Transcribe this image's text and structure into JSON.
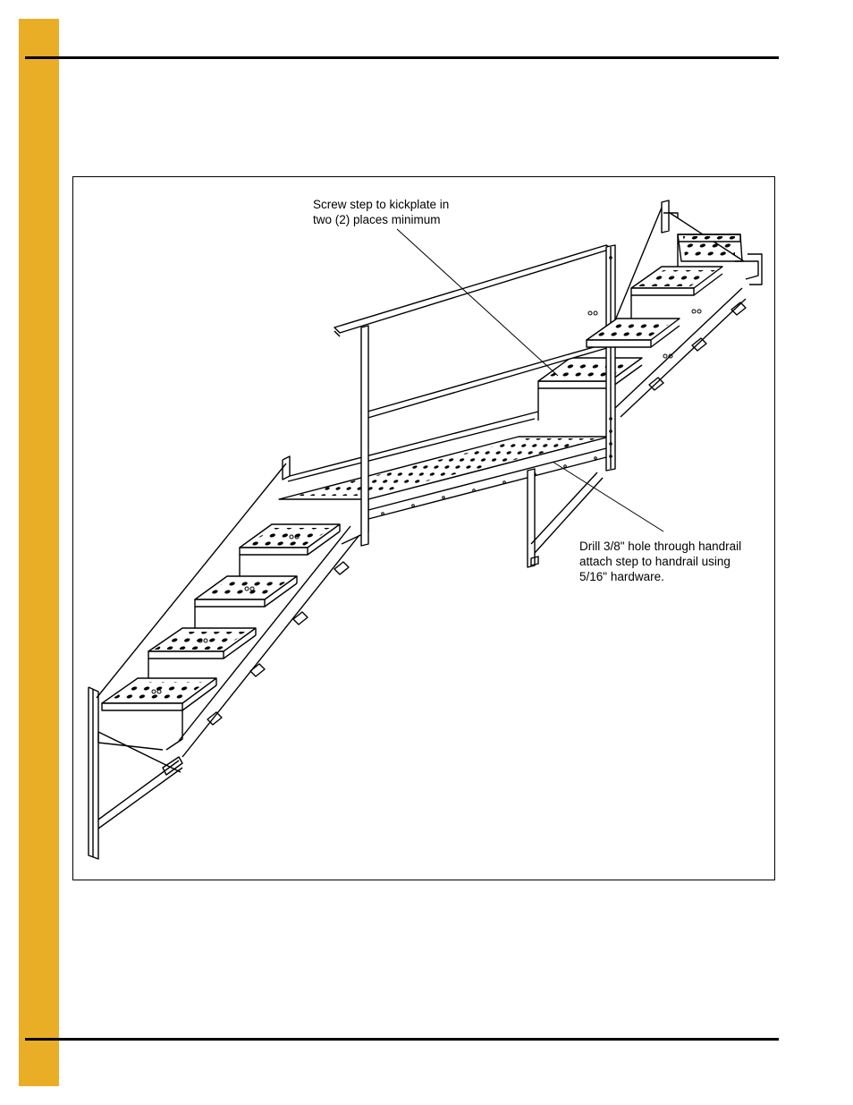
{
  "page": {
    "colors": {
      "side_tab": "#E9AE26",
      "rules": "#000000",
      "line_art": "#000000"
    }
  },
  "figure": {
    "illustration": "stair-assembly-line-drawing",
    "callouts": {
      "kickplate": {
        "lines": [
          "Screw step to kickplate in",
          "two (2) places minimum"
        ]
      },
      "handrail": {
        "lines": [
          "Drill 3/8\" hole through handrail",
          "attach step to handrail using",
          "5/16\" hardware."
        ]
      }
    }
  }
}
